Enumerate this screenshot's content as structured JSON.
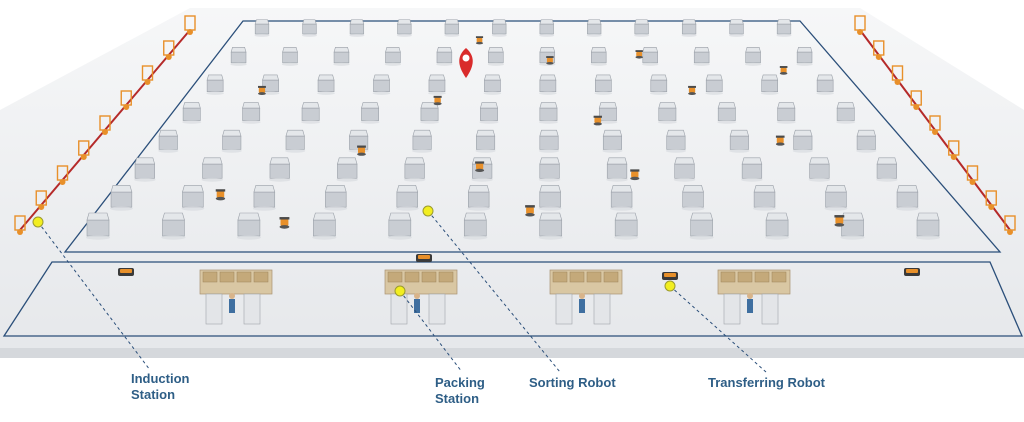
{
  "colors": {
    "floor": "#eeeff1",
    "floor_edge": "#cfd2d6",
    "outline": "#2b4f7a",
    "label": "#2e5e86",
    "marker": "#f2ee20",
    "pin": "#d92b2b",
    "robot": "#e8902a",
    "bin": "#c8ccd2"
  },
  "labels": {
    "induction": {
      "line1": "Induction",
      "line2": "Station"
    },
    "packing": {
      "line1": "Packing",
      "line2": "Station"
    },
    "sorting": {
      "text": "Sorting Robot"
    },
    "transferring": {
      "text": "Transferring Robot"
    }
  },
  "icons": [
    "location-pin-icon"
  ]
}
